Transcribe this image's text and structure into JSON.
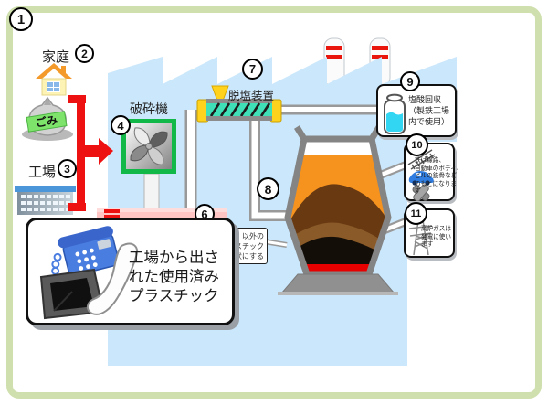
{
  "page": {
    "num1": "1"
  },
  "household": {
    "label": "家庭",
    "num": "2"
  },
  "garbage": {
    "tag": "ごみ"
  },
  "factory_src": {
    "label": "工場",
    "num": "3"
  },
  "crusher": {
    "label": "破砕機",
    "num": "4"
  },
  "conveyor": {
    "num": "6"
  },
  "dechlorinator": {
    "label": "脱塩装置",
    "num": "7"
  },
  "furnace": {
    "num": "8"
  },
  "note_partial": {
    "lines": [
      "以外の",
      "スチック",
      "状にする"
    ]
  },
  "popup": {
    "lines": [
      "工場から出さ",
      "れた使用済み",
      "プラスチック"
    ]
  },
  "acid_box": {
    "num": "9",
    "lines": [
      "塩酸回収",
      "（製鉄工場",
      "内で使用）"
    ]
  },
  "iron_box": {
    "num": "10",
    "lines": [
      "鉄は線路、",
      "自動車のボディ、",
      "ビルの鉄骨など",
      "のもとになりま",
      "す"
    ]
  },
  "gas_box": {
    "num": "11",
    "lines": [
      "高炉ガスは",
      "発電に使い",
      "ます"
    ]
  },
  "colors": {
    "frame_green": "#cfe0ae",
    "factory_bg": "#cbe7fb",
    "accent_green": "#12b848",
    "flow_red": "#ee1111",
    "device_teal": "#3fe0b8",
    "device_yellow": "#ffd21e",
    "conveyor_pink": "#ffc4c4",
    "liquid_cyan": "#33d6f2",
    "furnace_orange": "#f6921e",
    "furnace_red": "#e60000"
  }
}
